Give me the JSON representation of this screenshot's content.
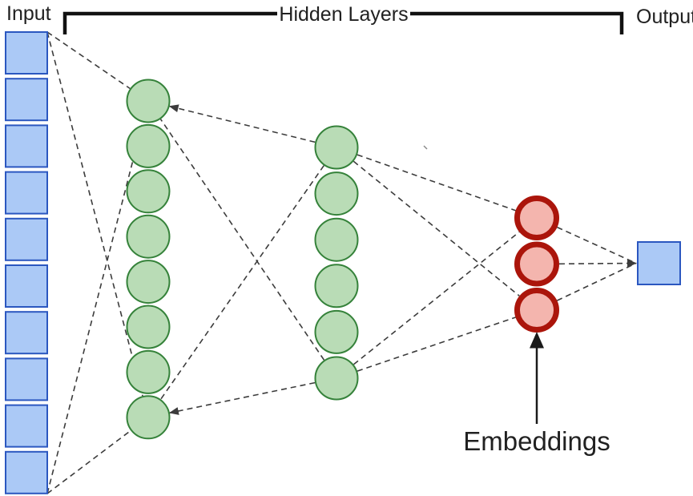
{
  "diagram": {
    "labels": {
      "input": "Input",
      "hidden_layers": "Hidden Layers",
      "output": "Output",
      "embeddings": "Embeddings"
    },
    "layers": [
      {
        "id": "input",
        "shape": "square",
        "count": 10,
        "fill": "#abc9f6",
        "stroke": "#2b57c0"
      },
      {
        "id": "hidden-1",
        "shape": "circle",
        "count": 8,
        "fill": "#b9dcb6",
        "stroke": "#35823a"
      },
      {
        "id": "hidden-2",
        "shape": "circle",
        "count": 6,
        "fill": "#b9dcb6",
        "stroke": "#35823a"
      },
      {
        "id": "embeddings",
        "shape": "circle",
        "count": 3,
        "fill": "#f4b5ae",
        "stroke": "#ab150b"
      },
      {
        "id": "output",
        "shape": "square",
        "count": 1,
        "fill": "#abc9f6",
        "stroke": "#2b57c0"
      }
    ],
    "connections": [
      {
        "from": "input",
        "to": "hidden-1",
        "style": "dashed",
        "lines": 4,
        "arrowheads": "none"
      },
      {
        "from": "hidden-2",
        "to": "hidden-1",
        "style": "dashed",
        "lines": 4,
        "arrowheads": "at hidden-1 extreme nodes"
      },
      {
        "from": "hidden-2",
        "to": "embeddings",
        "style": "dashed",
        "lines": 4,
        "arrowheads": "none"
      },
      {
        "from": "embeddings",
        "to": "output",
        "style": "dashed",
        "lines": 3,
        "arrowheads": "at output"
      }
    ],
    "colors": {
      "connector": "#3c3c3c",
      "bracket": "#111111",
      "text": "#212121",
      "arrow_annotation": "#1a1a1a"
    }
  }
}
